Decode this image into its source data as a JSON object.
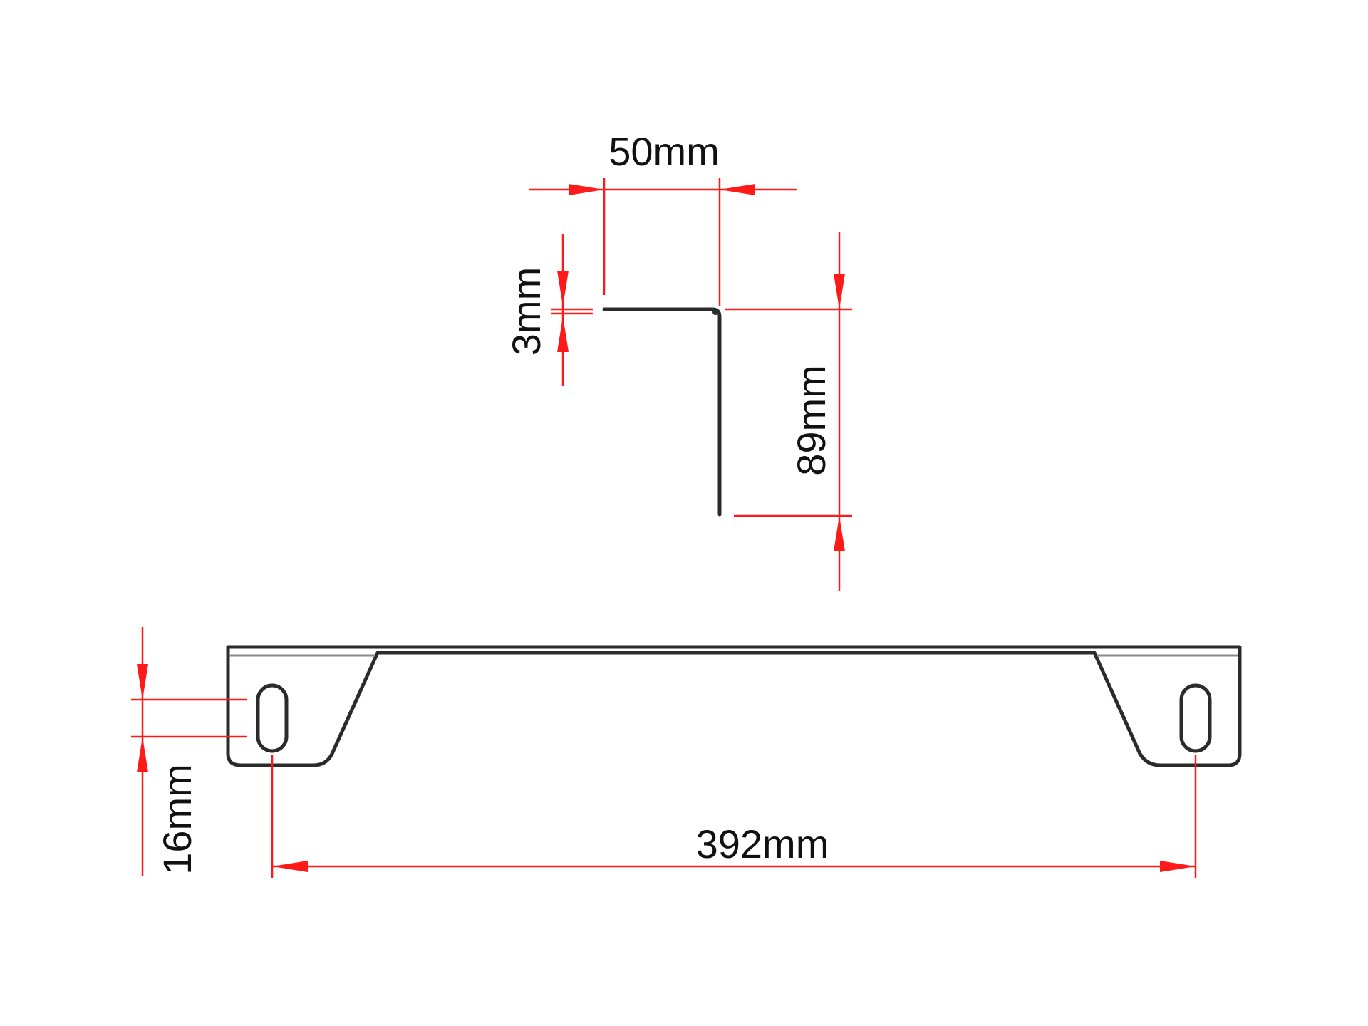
{
  "dimensions": {
    "flange_width": "50mm",
    "thickness": "3mm",
    "height": "89mm",
    "slot_width": "16mm",
    "slot_spacing": "392mm"
  },
  "colors": {
    "dimension_lines": "#ff1a1a",
    "part_outline": "#2b2b2b",
    "text": "#111111",
    "background": "#ffffff"
  }
}
